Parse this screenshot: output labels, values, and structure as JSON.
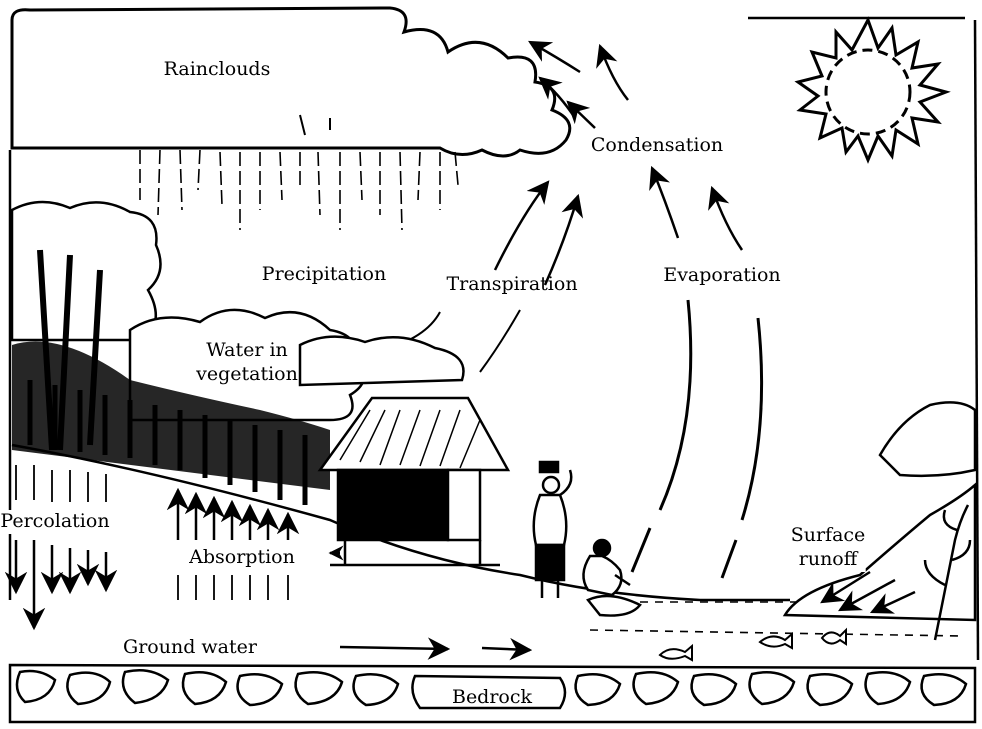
{
  "diagram": {
    "labels": {
      "rainclouds": "Rainclouds",
      "condensation": "Condensation",
      "precipitation": "Precipitation",
      "transpiration": "Transpiration",
      "evaporation": "Evaporation",
      "water_in_vegetation_line1": "Water in",
      "water_in_vegetation_line2": "vegetation",
      "percolation": "Percolation",
      "absorption": "Absorption",
      "surface_runoff_line1": "Surface",
      "surface_runoff_line2": "runoff",
      "ground_water": "Ground water",
      "bedrock": "Bedrock"
    },
    "icons": [
      "sun-icon",
      "cloud-icon",
      "tree-icon",
      "hut-icon",
      "woman-icon",
      "crouching-person-icon",
      "fish-icon",
      "plant-icon",
      "rock-icon"
    ],
    "colors": {
      "ink": "#000000",
      "paper": "#ffffff"
    }
  }
}
